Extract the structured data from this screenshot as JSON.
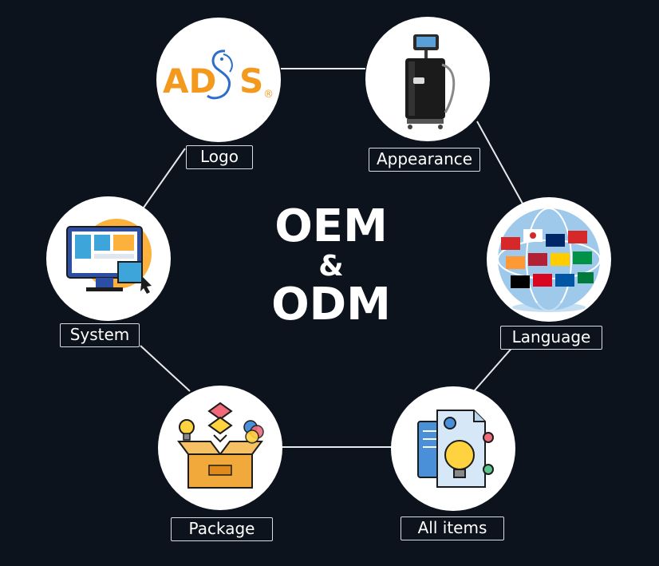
{
  "center": {
    "line1": "OEM",
    "line2": "&",
    "line3": "ODM"
  },
  "nodes": [
    {
      "id": "logo",
      "label": "Logo",
      "icon": "ads-logo-icon"
    },
    {
      "id": "appearance",
      "label": "Appearance",
      "icon": "machine-icon"
    },
    {
      "id": "language",
      "label": "Language",
      "icon": "globe-flags-icon"
    },
    {
      "id": "all-items",
      "label": "All items",
      "icon": "document-lightbulb-icon"
    },
    {
      "id": "package",
      "label": "Package",
      "icon": "box-icon"
    },
    {
      "id": "system",
      "label": "System",
      "icon": "monitor-icon"
    }
  ],
  "logo": {
    "text_left": "AD",
    "text_right": "S",
    "mark": "®"
  },
  "colors": {
    "background": "#0d131c",
    "text": "#ffffff",
    "logo_orange": "#f39a1e",
    "logo_blue": "#2c6ec9"
  }
}
